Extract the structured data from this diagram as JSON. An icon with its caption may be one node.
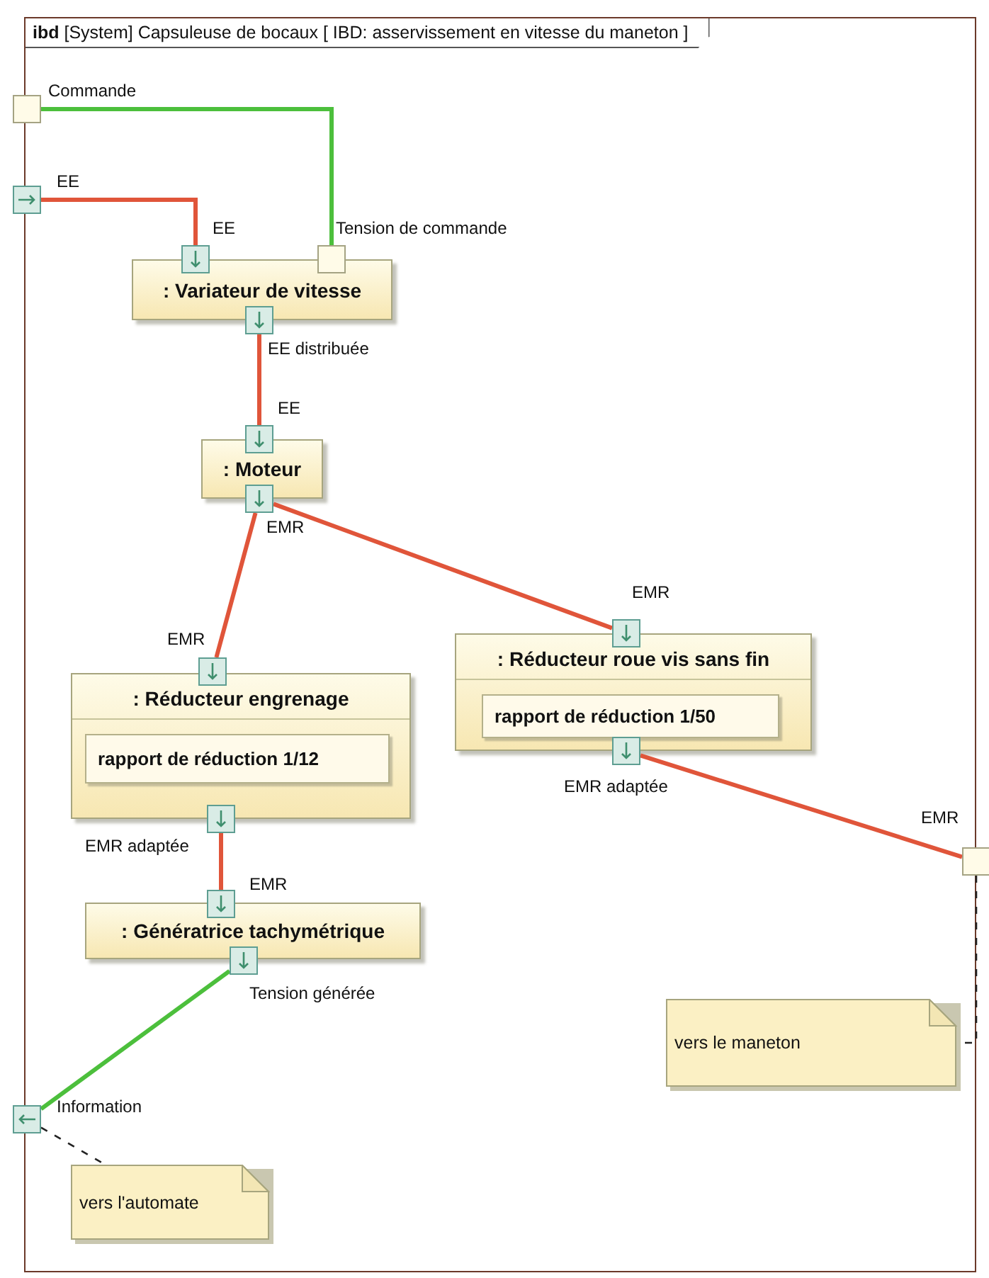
{
  "diagram": {
    "nodes": [
      {
        "text": [
          "**ibd** [System] Capsuleuse de bocaux [ IBD: asservissement en vitesse du maneton ]"
        ]
      },
      {
        "text": [],
        "shape": "box",
        "beside": [
          "Commande"
        ]
      },
      {
        "text": [],
        "shape": "box",
        "beside": [
          "EE"
        ]
      },
      {
        "text": [
          ": Variateur de vitesse"
        ],
        "in": 0
      },
      {
        "text": [],
        "shape": "box",
        "beside": [
          "EE"
        ],
        "in": 0
      },
      {
        "text": [],
        "shape": "box",
        "beside": [
          "Tension de commande"
        ],
        "in": 0
      },
      {
        "text": [],
        "shape": "box",
        "beside": [
          "EE distribuée"
        ],
        "in": 0
      },
      {
        "text": [
          ": Moteur"
        ],
        "in": 0
      },
      {
        "text": [],
        "shape": "box",
        "beside": [
          "EE"
        ],
        "in": 0
      },
      {
        "text": [],
        "shape": "box",
        "beside": [
          "EMR"
        ],
        "in": 0
      },
      {
        "text": [
          ": Réducteur engrenage"
        ],
        "in": 0
      },
      {
        "text": [
          "rapport de réduction 1/12"
        ],
        "in": 10
      },
      {
        "text": [],
        "shape": "box",
        "beside": [
          "EMR"
        ],
        "in": 0
      },
      {
        "text": [],
        "shape": "box",
        "beside": [
          "EMR adaptée"
        ],
        "in": 0
      },
      {
        "text": [
          ": Réducteur roue vis sans fin"
        ],
        "in": 0
      },
      {
        "text": [
          "rapport de réduction 1/50"
        ],
        "in": 14
      },
      {
        "text": [],
        "shape": "box",
        "beside": [
          "EMR"
        ],
        "in": 0
      },
      {
        "text": [],
        "shape": "box",
        "beside": [
          "EMR adaptée"
        ],
        "in": 0
      },
      {
        "text": [],
        "shape": "box",
        "beside": [
          "EMR"
        ]
      },
      {
        "text": [
          ": Génératrice tachymétrique"
        ],
        "in": 0
      },
      {
        "text": [],
        "shape": "box",
        "beside": [
          "EMR"
        ],
        "in": 0
      },
      {
        "text": [],
        "shape": "box",
        "beside": [
          "Tension générée"
        ],
        "in": 0
      },
      {
        "text": [],
        "shape": "box",
        "beside": [
          "Information"
        ]
      },
      {
        "text": [
          "vers le maneton"
        ],
        "in": 0
      },
      {
        "text": [
          "vers l'automate"
        ],
        "in": 0
      }
    ],
    "edges": [
      {
        "from": 1,
        "to": 5,
        "arrow": "none",
        "color": "#4cbf3c"
      },
      {
        "from": 2,
        "to": 4,
        "arrow": "none"
      },
      {
        "from": 6,
        "to": 8,
        "arrow": "none"
      },
      {
        "from": 9,
        "to": 12,
        "arrow": "none"
      },
      {
        "from": 9,
        "to": 16,
        "arrow": "none"
      },
      {
        "from": 17,
        "to": 18,
        "arrow": "none"
      },
      {
        "from": 13,
        "to": 20,
        "arrow": "none"
      },
      {
        "from": 21,
        "to": 22,
        "arrow": "none",
        "color": "#4cbf3c"
      },
      {
        "from": 22,
        "to": 24,
        "arrow": "none",
        "style": "dashed",
        "color": "#222222"
      },
      {
        "from": 18,
        "to": 23,
        "arrow": "none",
        "style": "dashed",
        "color": "#222222"
      }
    ]
  }
}
